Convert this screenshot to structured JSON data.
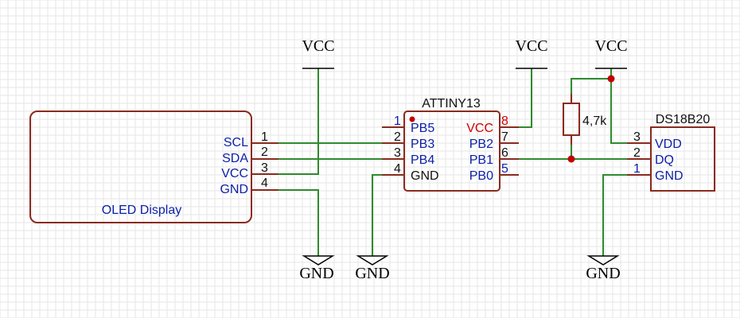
{
  "oled": {
    "name": "OLED Display",
    "pins": [
      {
        "num": "1",
        "label": "SCL"
      },
      {
        "num": "2",
        "label": "SDA"
      },
      {
        "num": "3",
        "label": "VCC"
      },
      {
        "num": "4",
        "label": "GND"
      }
    ]
  },
  "attiny": {
    "name": "ATTINY13",
    "left_pins": [
      {
        "num": "1",
        "label": "PB5"
      },
      {
        "num": "2",
        "label": "PB3"
      },
      {
        "num": "3",
        "label": "PB4"
      },
      {
        "num": "4",
        "label": "GND"
      }
    ],
    "right_pins": [
      {
        "num": "8",
        "label": "VCC"
      },
      {
        "num": "7",
        "label": "PB2"
      },
      {
        "num": "6",
        "label": "PB1"
      },
      {
        "num": "5",
        "label": "PB0"
      }
    ]
  },
  "ds18b20": {
    "name": "DS18B20",
    "pins": [
      {
        "num": "3",
        "label": "VDD"
      },
      {
        "num": "2",
        "label": "DQ"
      },
      {
        "num": "1",
        "label": "GND"
      }
    ]
  },
  "resistor": {
    "value": "4,7k"
  },
  "power": {
    "vcc_label": "VCC",
    "gnd_label": "GND"
  },
  "colors": {
    "wire": "#2e8b2e",
    "component": "#8b2a1e",
    "pin_text": "#0b1fa8",
    "power_pin": "#d00000",
    "junction": "#c00000"
  }
}
